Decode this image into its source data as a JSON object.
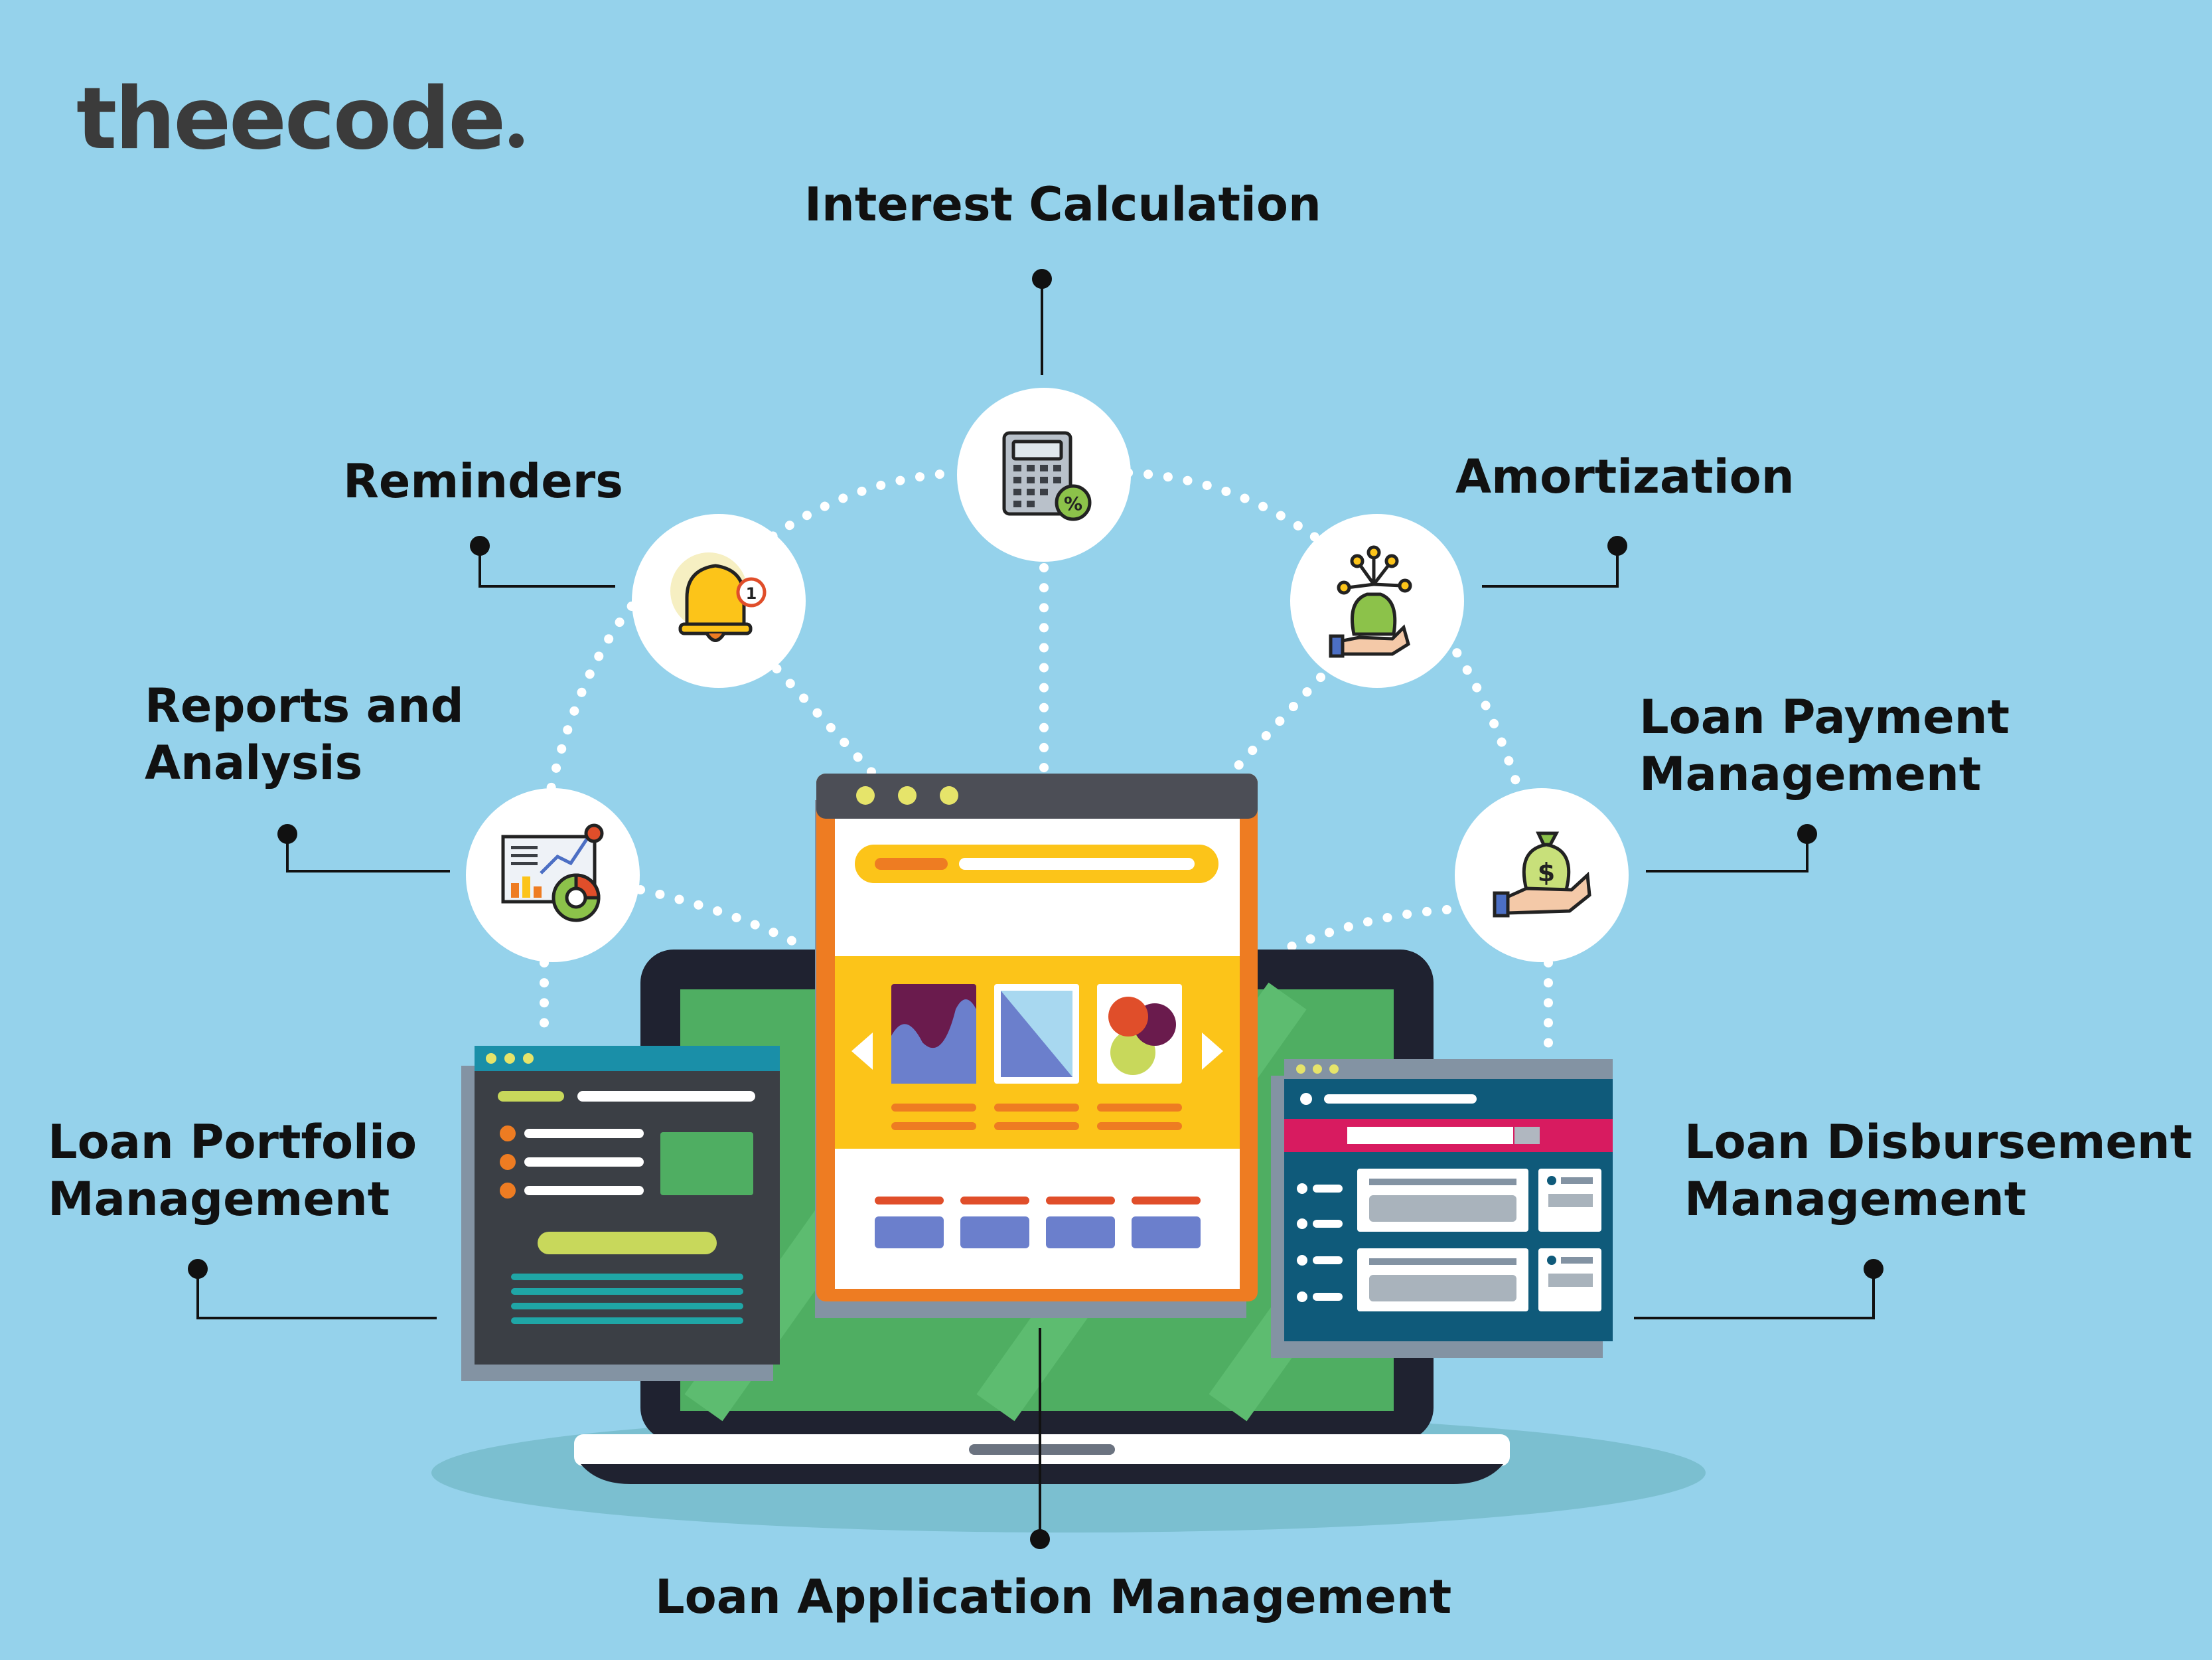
{
  "brand": {
    "logo_text": "theecode"
  },
  "center_label": "Loan Application Management",
  "features": {
    "interest": "Interest Calculation",
    "reminders": "Reminders",
    "amortization": "Amortization",
    "reports_line1": "Reports and",
    "reports_line2": "Analysis",
    "payment_line1": "Loan Payment",
    "payment_line2": "Management",
    "portfolio_line1": "Loan Portfolio",
    "portfolio_line2": "Management",
    "disbursement_line1": "Loan Disbursement",
    "disbursement_line2": "Management"
  },
  "icons": {
    "interest": "calculator-icon",
    "reminders": "bell-icon",
    "amortization": "money-bag-hand-icon",
    "reports": "report-chart-icon",
    "payment": "dollar-bag-hand-icon"
  },
  "colors": {
    "background": "#95d2eb",
    "laptop_screen": "#4fae62",
    "laptop_body": "#1f2230",
    "main_window_frame": "#ee7c22",
    "main_window_band": "#fcc419",
    "left_window": "#3b3f45",
    "right_window": "#0f5a7a",
    "accent_pink": "#d81b60",
    "text": "#111111"
  }
}
